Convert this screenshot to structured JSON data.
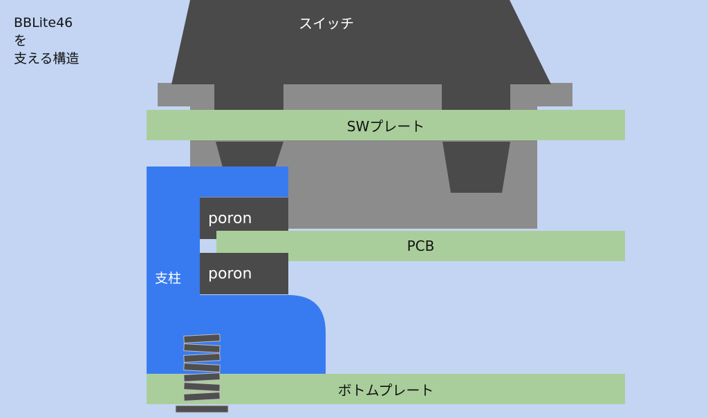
{
  "caption": {
    "line1": "BBLite46",
    "line2": "を",
    "line3": "支える構造"
  },
  "labels": {
    "switch": "スイッチ",
    "sw_plate": "SWプレート",
    "pcb": "PCB",
    "poron_top": "poron",
    "poron_bottom": "poron",
    "pillar": "支柱",
    "bottom_plate": "ボトムプレート"
  },
  "colors": {
    "background": "#c3d5f3",
    "switch_dark": "#4a4a4a",
    "switch_housing": "#8c8c8c",
    "plate": "#aace9b",
    "pillar": "#387bf0",
    "poron": "#4a4a4a",
    "screw": "#4f4f4f"
  }
}
